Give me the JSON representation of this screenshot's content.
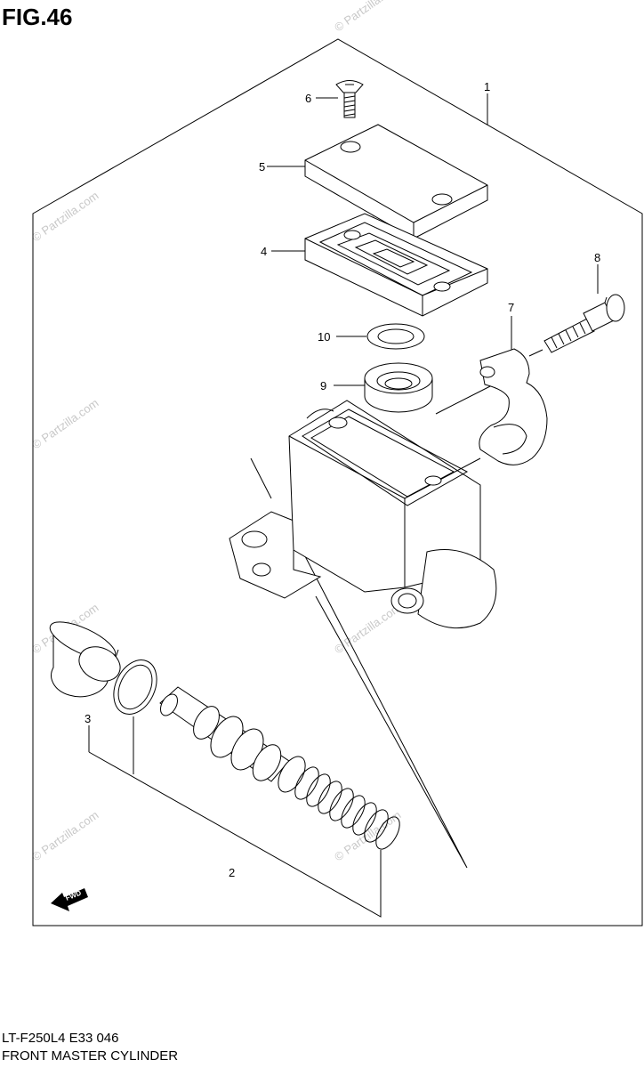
{
  "figure": {
    "title": "FIG.46",
    "footer_code": "LT-F250L4  E33  046",
    "footer_name": "FRONT MASTER CYLINDER"
  },
  "callouts": [
    "1",
    "2",
    "3",
    "4",
    "5",
    "6",
    "7",
    "8",
    "9",
    "10"
  ],
  "fwd_label": "FWD",
  "watermark": "© Partzilla.com",
  "colors": {
    "line": "#000000",
    "watermark": "#c8c8c8",
    "background": "#ffffff"
  }
}
